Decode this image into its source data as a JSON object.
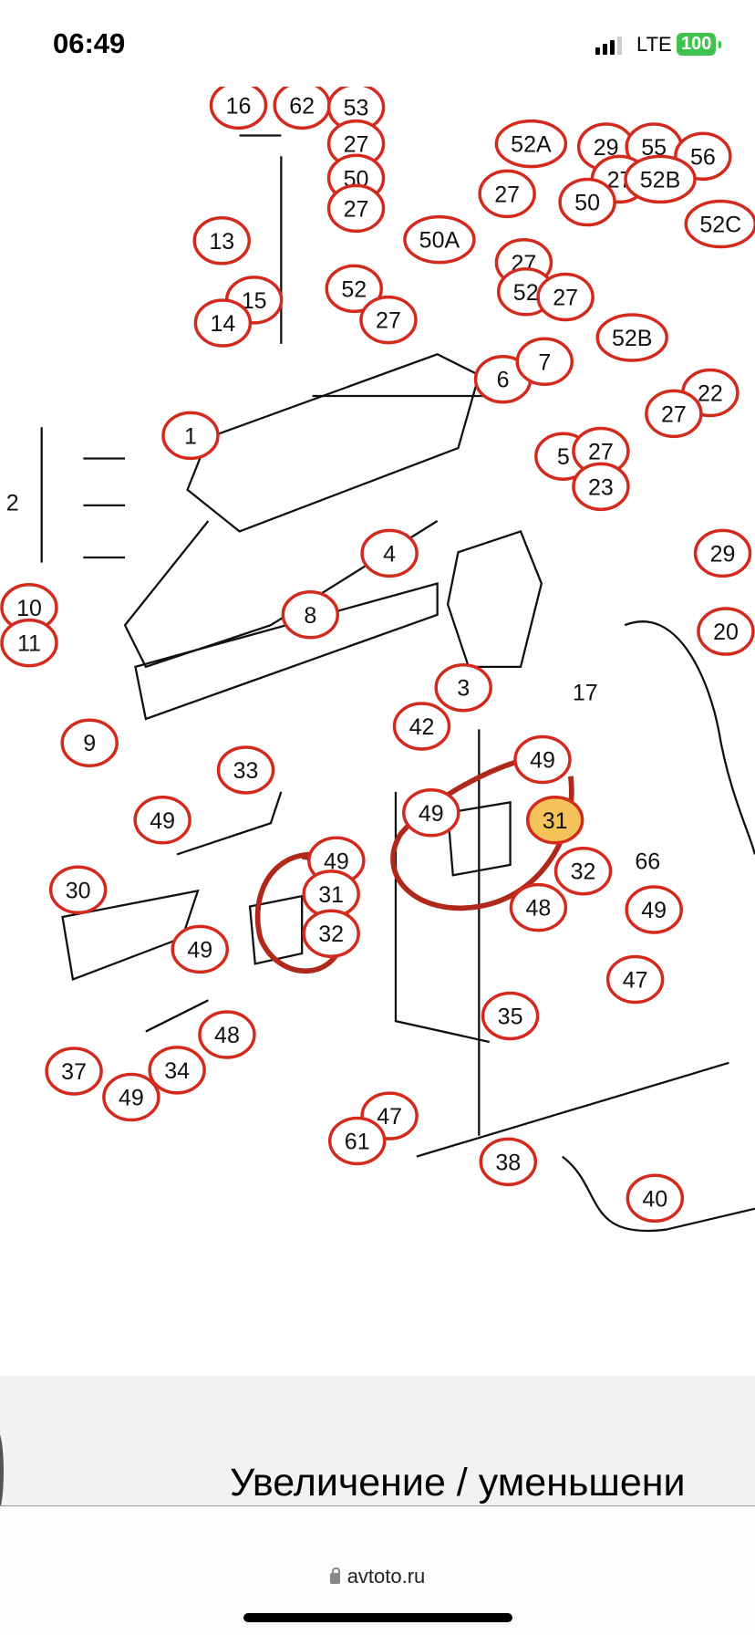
{
  "status_bar": {
    "time": "06:49",
    "network": "LTE",
    "battery": "100"
  },
  "diagram": {
    "callout_color": "#d42a1e",
    "highlight_color": "#f6c35a",
    "callouts": [
      "16",
      "62",
      "53",
      "27",
      "50",
      "27",
      "52A",
      "29",
      "55",
      "56",
      "27",
      "52B",
      "27",
      "50",
      "52C",
      "13",
      "50A",
      "27",
      "52",
      "52",
      "27",
      "15",
      "14",
      "27",
      "52B",
      "6",
      "7",
      "22",
      "27",
      "1",
      "5",
      "27",
      "23",
      "4",
      "29",
      "10",
      "11",
      "8",
      "20",
      "3",
      "42",
      "9",
      "49",
      "33",
      "49",
      "49",
      "31",
      "49",
      "30",
      "31",
      "32",
      "48",
      "49",
      "32",
      "49",
      "47",
      "35",
      "48",
      "37",
      "34",
      "49",
      "47",
      "61",
      "38",
      "40"
    ],
    "plain_labels": [
      "2",
      "17",
      "66"
    ],
    "highlighted_callout": "31"
  },
  "caption": {
    "text": "Увеличение / уменьшени"
  },
  "browser": {
    "url": "avtoto.ru",
    "lock_icon": "lock-icon"
  }
}
